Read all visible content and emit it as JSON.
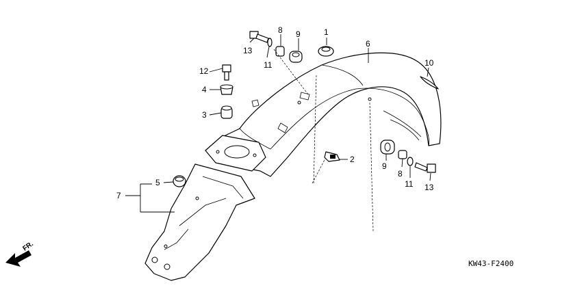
{
  "diagram": {
    "part_labels": [
      "1",
      "2",
      "3",
      "4",
      "5",
      "6",
      "7",
      "8",
      "9",
      "10",
      "11",
      "12",
      "13"
    ],
    "repeat_labels": {
      "8": "8",
      "9": "9",
      "11": "11",
      "13": "13"
    },
    "diagram_code": "KW43-F2400",
    "direction_label": "FR."
  }
}
